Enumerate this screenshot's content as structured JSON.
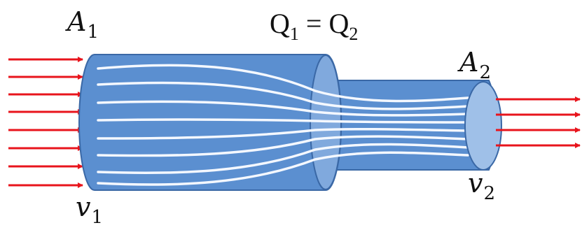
{
  "labels": {
    "a1": {
      "sym": "A",
      "sub": "1"
    },
    "a2": {
      "sym": "A",
      "sub": "2"
    },
    "v1": {
      "sym": "v",
      "sub": "1"
    },
    "v2": {
      "sym": "v",
      "sub": "2"
    },
    "equation": {
      "q1": "Q",
      "q1_sub": "1",
      "eq": " = ",
      "q2": "Q",
      "q2_sub": "2"
    }
  },
  "colors": {
    "pipe_body": "#5b8fd0",
    "pipe_edge": "#3a68a6",
    "pipe_end": "#9fc0e8",
    "arrow": "#e8141c",
    "streamline": "#f4f8ff"
  }
}
